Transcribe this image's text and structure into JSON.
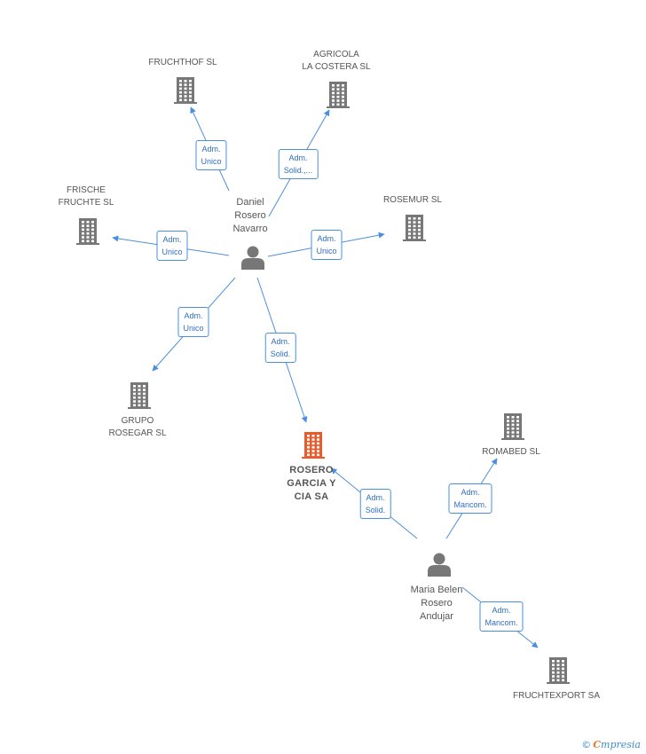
{
  "colors": {
    "edge": "#4a8fdc",
    "building": "#777777",
    "building_main": "#ea5b2b",
    "person": "#777777"
  },
  "companies": [
    {
      "id": "fruchthof",
      "label": "FRUCHTHOF SL",
      "icon": "building-icon",
      "main": false
    },
    {
      "id": "agricola",
      "label": "AGRICOLA\nLA COSTERA SL",
      "icon": "building-icon",
      "main": false
    },
    {
      "id": "frische",
      "label": "FRISCHE\nFRUCHTE SL",
      "icon": "building-icon",
      "main": false
    },
    {
      "id": "rosemur",
      "label": "ROSEMUR SL",
      "icon": "building-icon",
      "main": false
    },
    {
      "id": "rosegar",
      "label": "GRUPO\nROSEGAR SL",
      "icon": "building-icon",
      "main": false
    },
    {
      "id": "rosero",
      "label": "ROSERO\nGARCIA Y\nCIA SA",
      "icon": "building-icon",
      "main": true
    },
    {
      "id": "romabed",
      "label": "ROMABED SL",
      "icon": "building-icon",
      "main": false
    },
    {
      "id": "fruchtexport",
      "label": "FRUCHTEXPORT SA",
      "icon": "building-icon",
      "main": false
    }
  ],
  "persons": [
    {
      "id": "daniel",
      "label": "Daniel\nRosero\nNavarro",
      "icon": "person-icon"
    },
    {
      "id": "maria",
      "label": "Maria Belen\nRosero\nAndujar",
      "icon": "person-icon"
    }
  ],
  "edges": [
    {
      "from": "daniel",
      "to": "fruchthof",
      "label": "Adm.\nUnico"
    },
    {
      "from": "daniel",
      "to": "agricola",
      "label": "Adm.\nSolid.,..."
    },
    {
      "from": "daniel",
      "to": "frische",
      "label": "Adm.\nUnico"
    },
    {
      "from": "daniel",
      "to": "rosemur",
      "label": "Adm.\nUnico"
    },
    {
      "from": "daniel",
      "to": "rosegar",
      "label": "Adm.\nUnico"
    },
    {
      "from": "daniel",
      "to": "rosero",
      "label": "Adm.\nSolid."
    },
    {
      "from": "maria",
      "to": "rosero",
      "label": "Adm.\nSolid."
    },
    {
      "from": "maria",
      "to": "romabed",
      "label": "Adm.\nMancom."
    },
    {
      "from": "maria",
      "to": "fruchtexport",
      "label": "Adm.\nMancom."
    }
  ],
  "watermark": {
    "copyright": "©",
    "brand_initial": "C",
    "brand_rest": "mpresia"
  }
}
